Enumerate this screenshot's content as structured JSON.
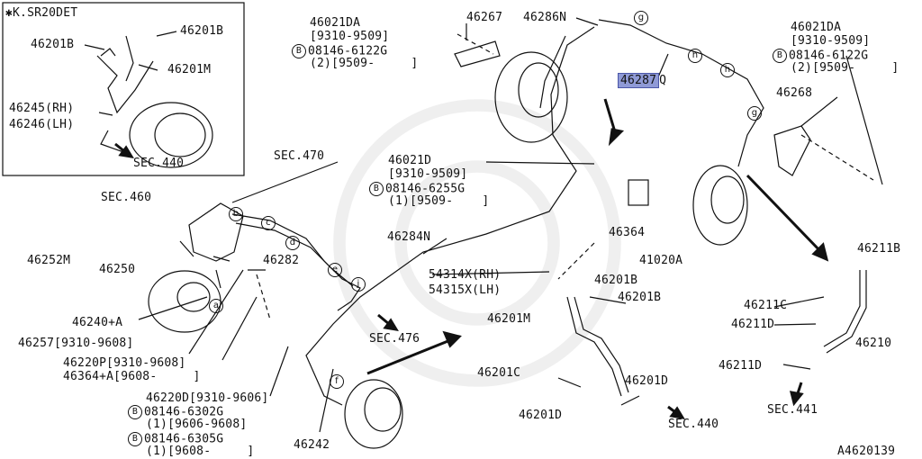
{
  "inset": {
    "title": "✱K.SR20DET",
    "labels": [
      "46201B",
      "46201B",
      "46201M",
      "46245(RH)",
      "46246(LH)",
      "SEC.440"
    ]
  },
  "labels": {
    "p46021DA_1": "46021DA",
    "range_1": "[9310-9509]",
    "bolt_1": "08146-6122G",
    "qty_1": "(2)[9509-     ]",
    "p46267": "46267",
    "p46286N": "46286N",
    "p46287": "46287",
    "q_suffix": "Q",
    "p46021DA_2": "46021DA",
    "range_2": "[9310-9509]",
    "bolt_2": "08146-6122G",
    "qty_2": "(2)[9509-     ]",
    "p46268": "46268",
    "sec470": "SEC.470",
    "sec460": "SEC.460",
    "p46021D": "46021D",
    "range_3": "[9310-9509]",
    "bolt_3": "08146-6255G",
    "qty_3": "(1)[9509-    ]",
    "p46364": "46364",
    "p46252M": "46252M",
    "p46250": "46250",
    "p46282": "46282",
    "p46284N": "46284N",
    "p41020A": "41020A",
    "p54314X": "54314X(RH)",
    "p54315X": "54315X(LH)",
    "p46201B_a": "46201B",
    "p46201B_b": "46201B",
    "p46201M": "46201M",
    "p46240A": "46240+A",
    "p46257": "46257[9310-9608]",
    "p46220P": "46220P[9310-9608]",
    "p46364A": "46364+A[9608-     ]",
    "sec476": "SEC.476",
    "p46220D": "46220D[9310-9606]",
    "bolt_4": "08146-6302G",
    "qty_4": "(1)[9606-9608]",
    "bolt_5": "08146-6305G",
    "qty_5": "(1)[9608-     ]",
    "p46242": "46242",
    "p46201C": "46201C",
    "p46201D_a": "46201D",
    "p46201D_b": "46201D",
    "sec440": "SEC.440",
    "p46211B": "46211B",
    "p46211C": "46211C",
    "p46211D_a": "46211D",
    "p46211D_b": "46211D",
    "p46210": "46210",
    "sec441": "SEC.441",
    "code": "A4620139",
    "b": "B"
  },
  "letters": [
    "g",
    "h",
    "h",
    "g",
    "b",
    "c",
    "d",
    "e",
    "j",
    "a",
    "f"
  ],
  "colors": {
    "highlight": "#8f9ad6",
    "ink": "#111111"
  }
}
